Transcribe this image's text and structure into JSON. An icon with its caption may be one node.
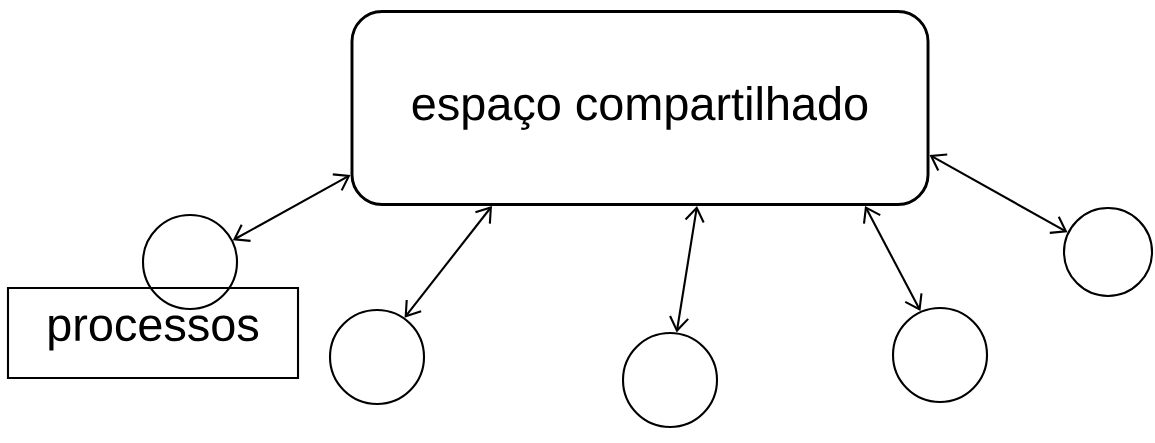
{
  "diagram": {
    "nodes": [
      {
        "text": [
          "espaço compartilhado"
        ]
      },
      {
        "text": [],
        "shape": "circle"
      },
      {
        "text": [
          "processos"
        ]
      },
      {
        "text": [],
        "shape": "circle"
      },
      {
        "text": [],
        "shape": "circle"
      },
      {
        "text": [],
        "shape": "circle"
      },
      {
        "text": [],
        "shape": "circle"
      }
    ],
    "edges": [
      {
        "from": 1,
        "to": 0,
        "arrow": "both"
      },
      {
        "from": 3,
        "to": 0,
        "arrow": "both"
      },
      {
        "from": 4,
        "to": 0,
        "arrow": "both"
      },
      {
        "from": 5,
        "to": 0,
        "arrow": "both"
      },
      {
        "from": 6,
        "to": 0,
        "arrow": "both"
      }
    ]
  }
}
